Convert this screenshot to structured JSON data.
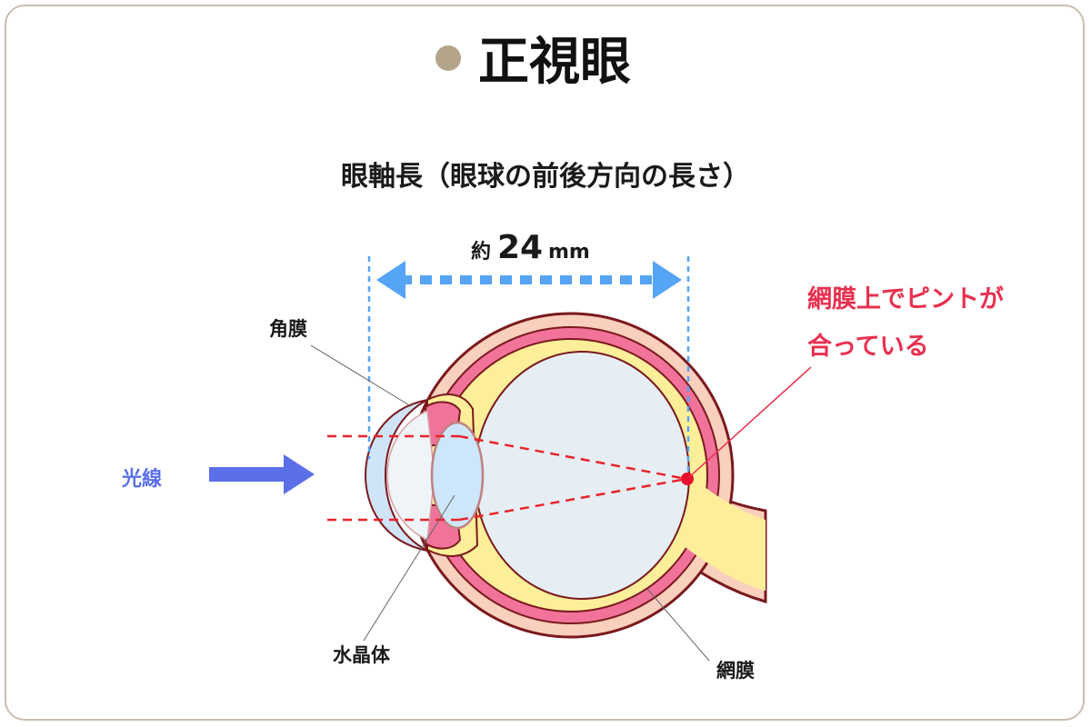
{
  "title": "正視眼",
  "subtitle": "眼軸長（眼球の前後方向の長さ）",
  "measurement": {
    "prefix": "約",
    "value": "24",
    "unit": "mm"
  },
  "labels": {
    "cornea": "角膜",
    "lens": "水晶体",
    "retina": "網膜",
    "light": "光線"
  },
  "focus_note": {
    "line1": "網膜上でピントが",
    "line2": "合っている"
  },
  "colors": {
    "title_bullet": "#b3a48a",
    "frame_border": "#c9bfae",
    "sclera": "#f9cfbd",
    "choroid": "#f1739a",
    "retina_layer": "#fdee9a",
    "vitreous": "#e6eef3",
    "cornea_fill": "#cfe4f7",
    "lens_fill": "#cde6f9",
    "outline": "#7a1a1e",
    "light_ray": "#e8242a",
    "focus_point": "#e8102a",
    "focus_text": "#e8304f",
    "light_arrow": "#5b6fe8",
    "dimension_arrow": "#55a4f5"
  }
}
